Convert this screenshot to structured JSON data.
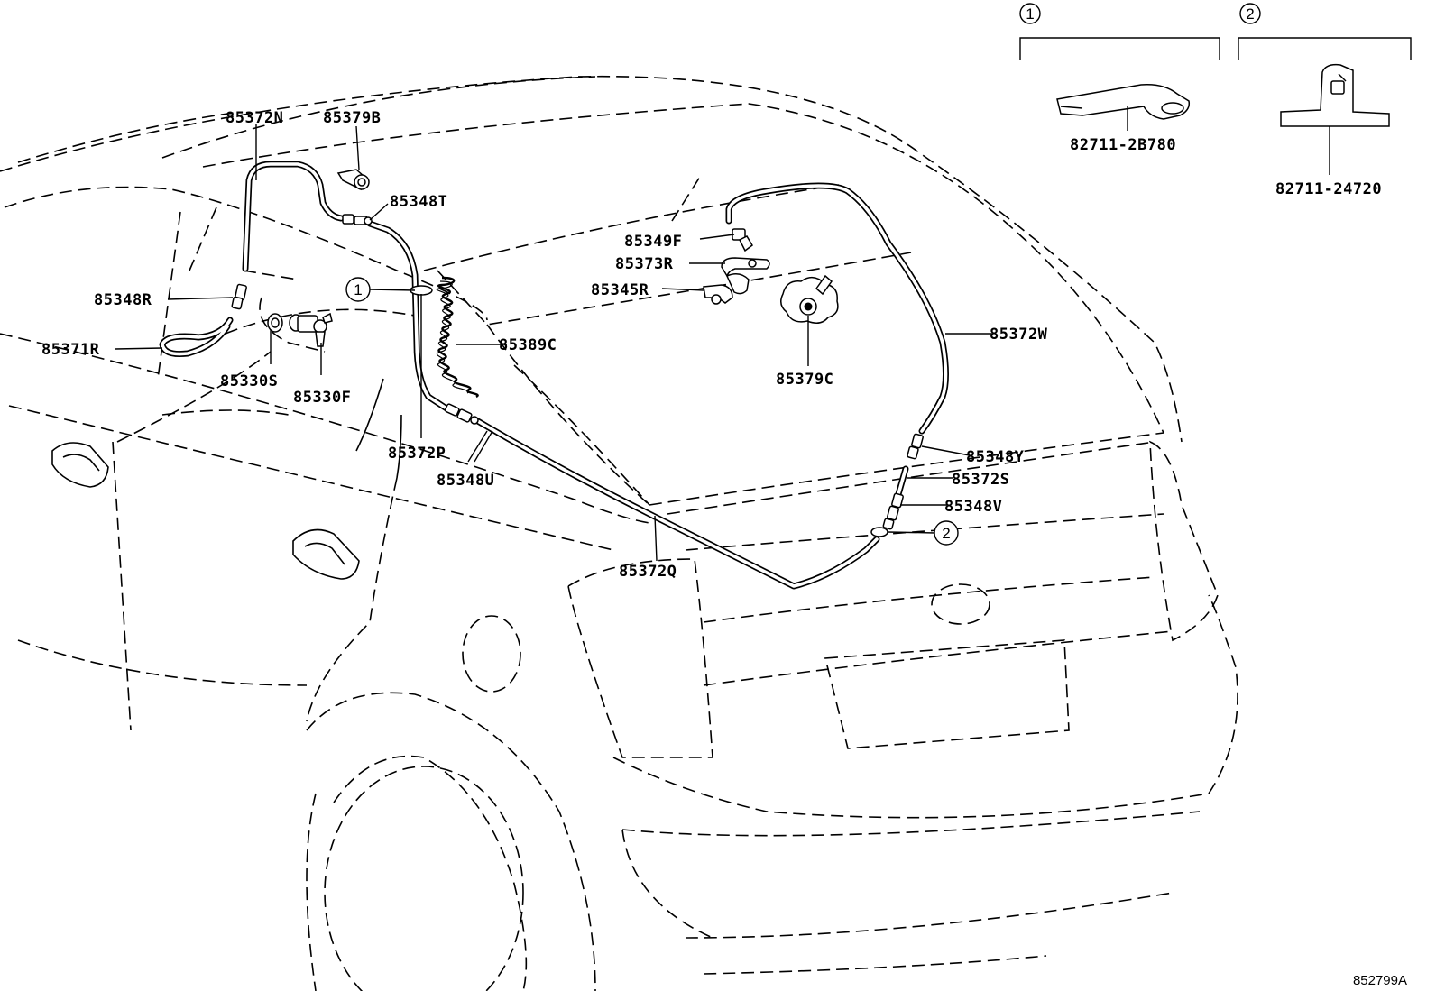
{
  "labels": {
    "l_85372N": "85372N",
    "l_85379B": "85379B",
    "l_85348T": "85348T",
    "l_85348R": "85348R",
    "l_85371R": "85371R",
    "l_85330S": "85330S",
    "l_85330F": "85330F",
    "l_85372P": "85372P",
    "l_85348U": "85348U",
    "l_85389C": "85389C",
    "l_85349F": "85349F",
    "l_85373R": "85373R",
    "l_85345R": "85345R",
    "l_85379C": "85379C",
    "l_85372W": "85372W",
    "l_85348Y": "85348Y",
    "l_85372S": "85372S",
    "l_85348V": "85348V",
    "l_85372Q": "85372Q",
    "l_82711_2B780": "82711-2B780",
    "l_82711_24720": "82711-24720"
  },
  "callouts": {
    "c1": "1",
    "c2": "2"
  },
  "diagram_code": "852799A"
}
